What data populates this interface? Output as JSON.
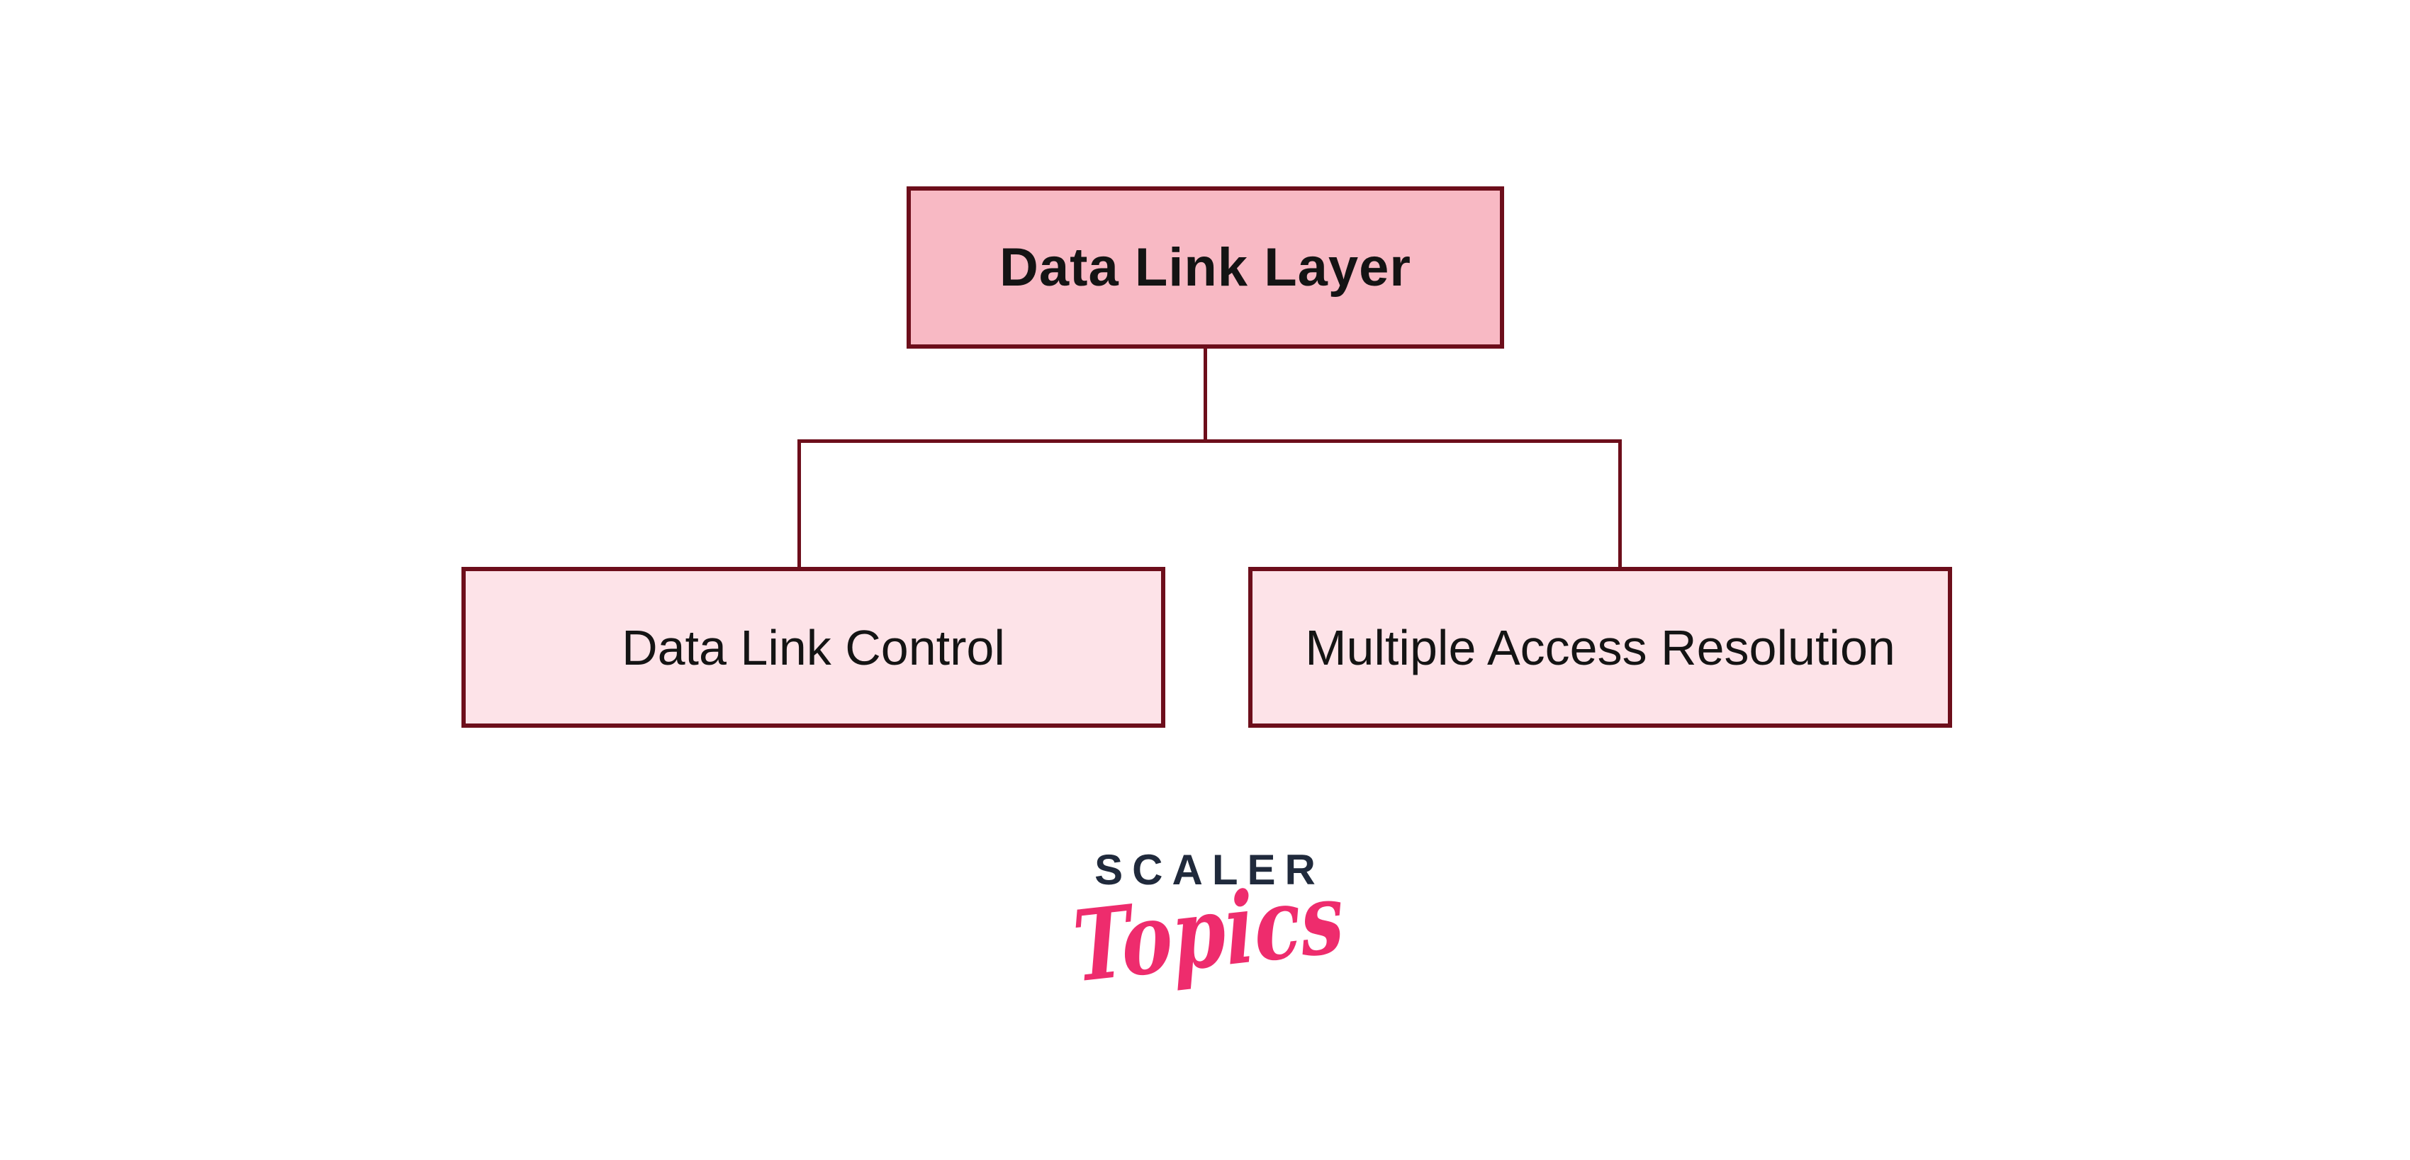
{
  "diagram": {
    "root": {
      "label": "Data Link Layer"
    },
    "children": [
      {
        "label": "Data Link Control"
      },
      {
        "label": "Multiple Access Resolution"
      }
    ]
  },
  "logo": {
    "brand": "SCALER",
    "sub": "Topics"
  },
  "theme": {
    "background": "#ffffff",
    "root_fill": "#f8b9c4",
    "child_fill": "#fde3e8",
    "border": "#6d0e1b",
    "line": "#6d0e1b",
    "box_text": "#141414",
    "brand_navy": "#202a3c",
    "brand_pink": "#ee2c6d"
  }
}
